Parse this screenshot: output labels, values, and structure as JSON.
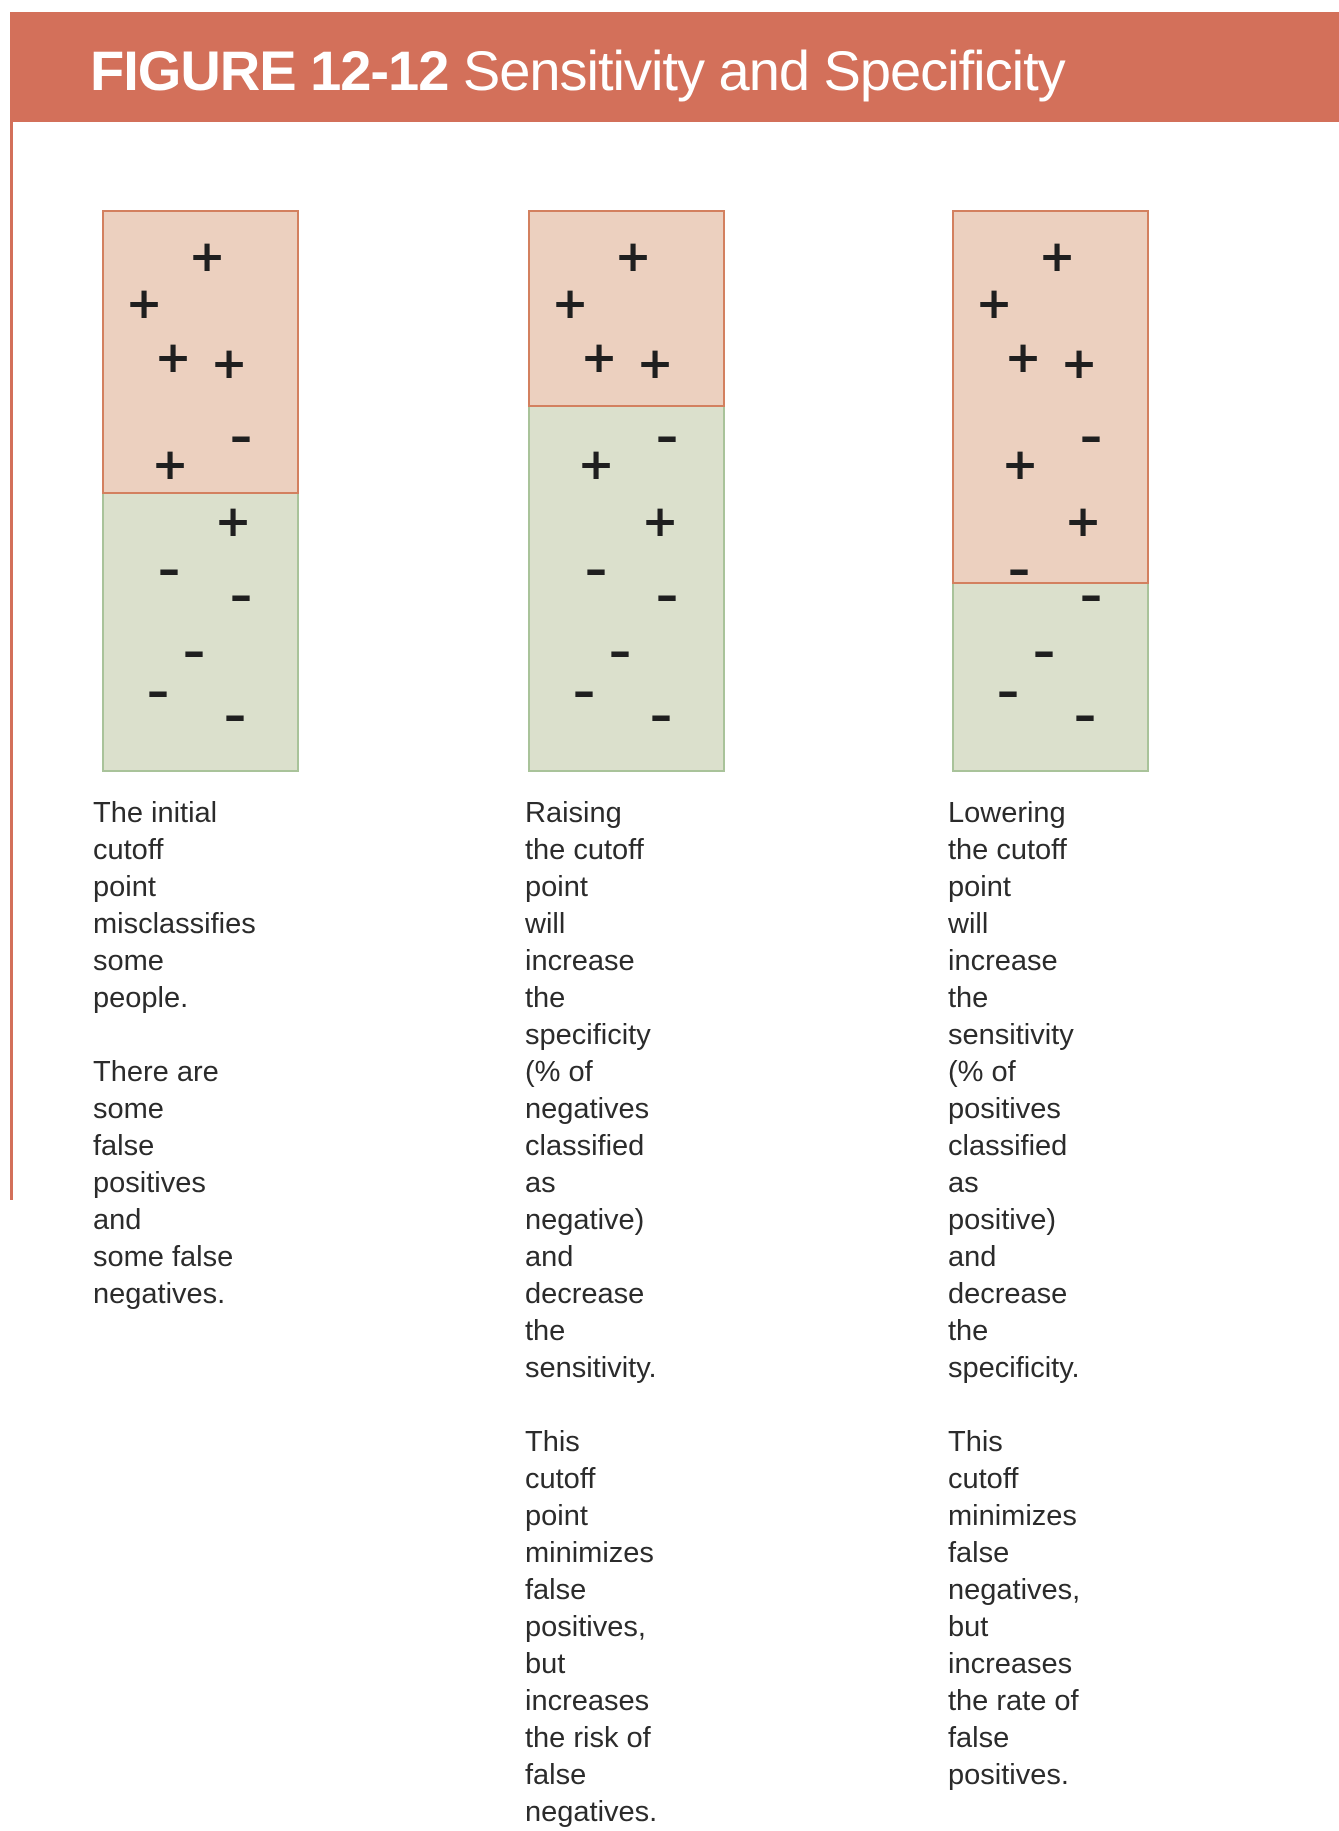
{
  "header": {
    "figure_label": "FIGURE 12-12",
    "figure_name": "Sensitivity and Specificity"
  },
  "symbols": {
    "positive": "+",
    "negative": "–"
  },
  "colors": {
    "header": "#d3705a",
    "classified_positive_region": "#ecd0bf",
    "classified_negative_region": "#dbe0cc"
  },
  "panels": [
    {
      "id": "initial",
      "top_region_fraction": 0.505,
      "caption": [
        "The initial cutoff\npoint misclassifies\nsome people.",
        "There are some\nfalse positives and\nsome false\nnegatives."
      ]
    },
    {
      "id": "raised",
      "top_region_fraction": 0.35,
      "caption": [
        "Raising the cutoff point\nwill increase the specificity\n(% of negatives classified\nas negative) and decrease\nthe sensitivity.",
        "This cutoff point minimizes\nfalse positives, but\nincreases the risk of false\nnegatives."
      ]
    },
    {
      "id": "lowered",
      "top_region_fraction": 0.665,
      "caption": [
        "Lowering the cutoff point\nwill increase the sensitivity\n(% of positives classified\nas positive) and decrease\nthe specificity.",
        "This cutoff minimizes false\nnegatives, but increases\nthe rate of false positives."
      ]
    }
  ]
}
